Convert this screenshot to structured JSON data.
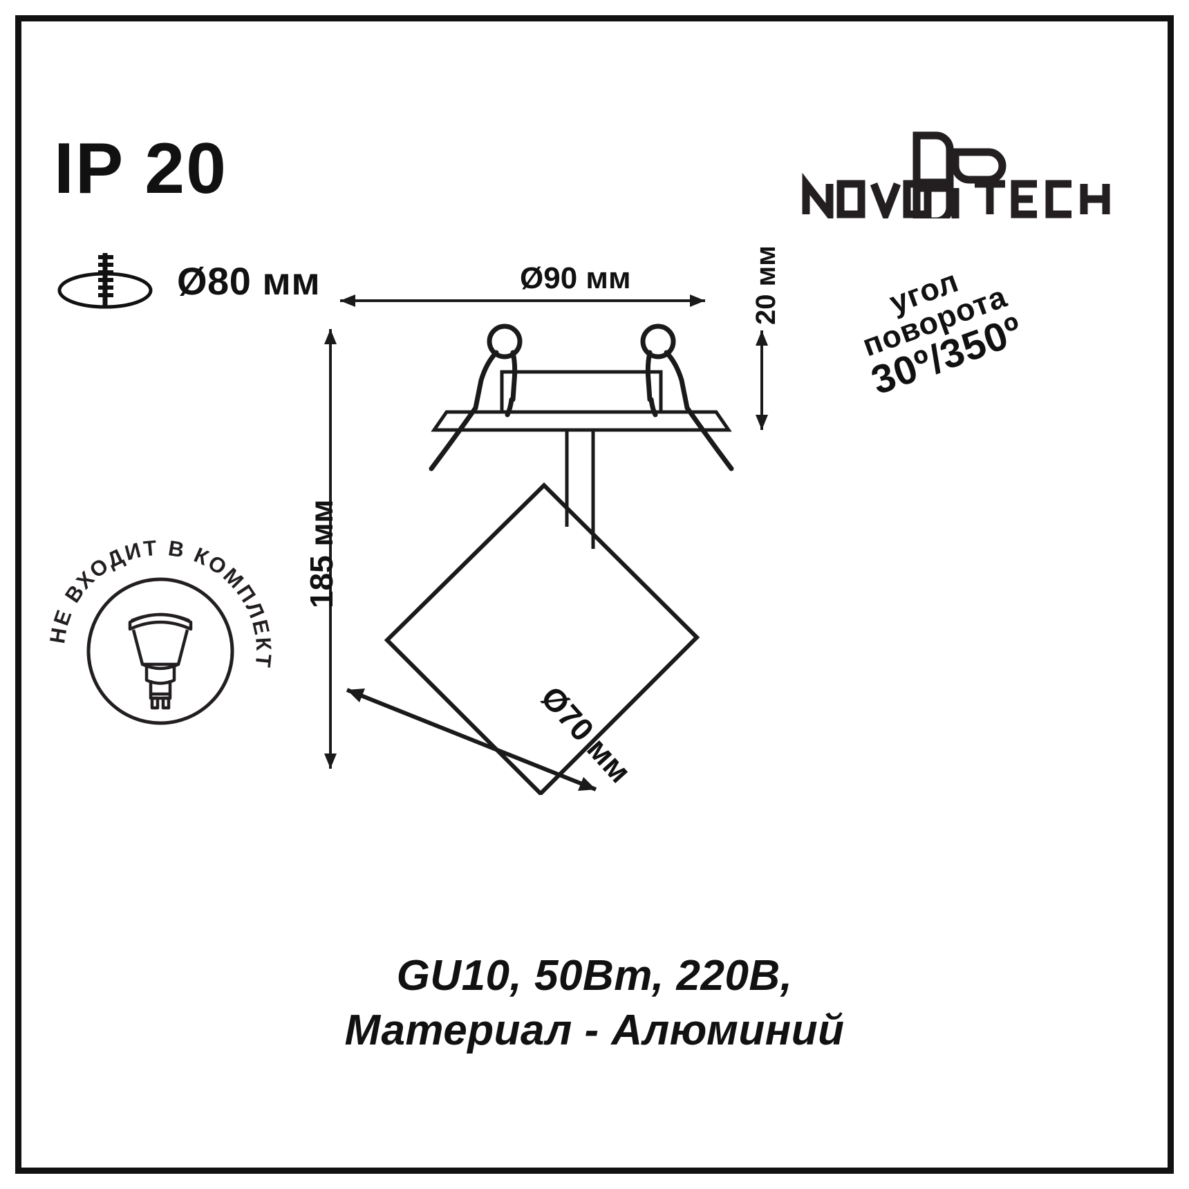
{
  "sheet": {
    "ip_rating": "IP 20",
    "brand": "NOVOTECH"
  },
  "cutout": {
    "icon": "ceiling-cutout-icon",
    "label": "Ø80 мм"
  },
  "dimensions": {
    "trim_diameter": "Ø90 мм",
    "trim_height": "20 мм",
    "total_depth": "185 мм",
    "body_diameter": "Ø70 мм"
  },
  "rotation_note": {
    "line1": "угол",
    "line2": "поворота",
    "line3": "30º/350º"
  },
  "lamp_badge": {
    "text": "НЕ ВХОДИТ В КОМПЛЕКТ",
    "text_chars": [
      "Н",
      "Е",
      " ",
      "В",
      "Х",
      "О",
      "Д",
      "И",
      "Т",
      " ",
      "В",
      " ",
      "К",
      "О",
      "М",
      "П",
      "Л",
      "Е",
      "К",
      "Т"
    ],
    "icon": "gu10-lamp-icon"
  },
  "specs": {
    "line1": "GU10, 50Вт, 220В,",
    "line2": "Материал - Алюминий"
  },
  "colors": {
    "ink": "#111111",
    "paper": "#ffffff",
    "line": "#1a1a1a"
  }
}
